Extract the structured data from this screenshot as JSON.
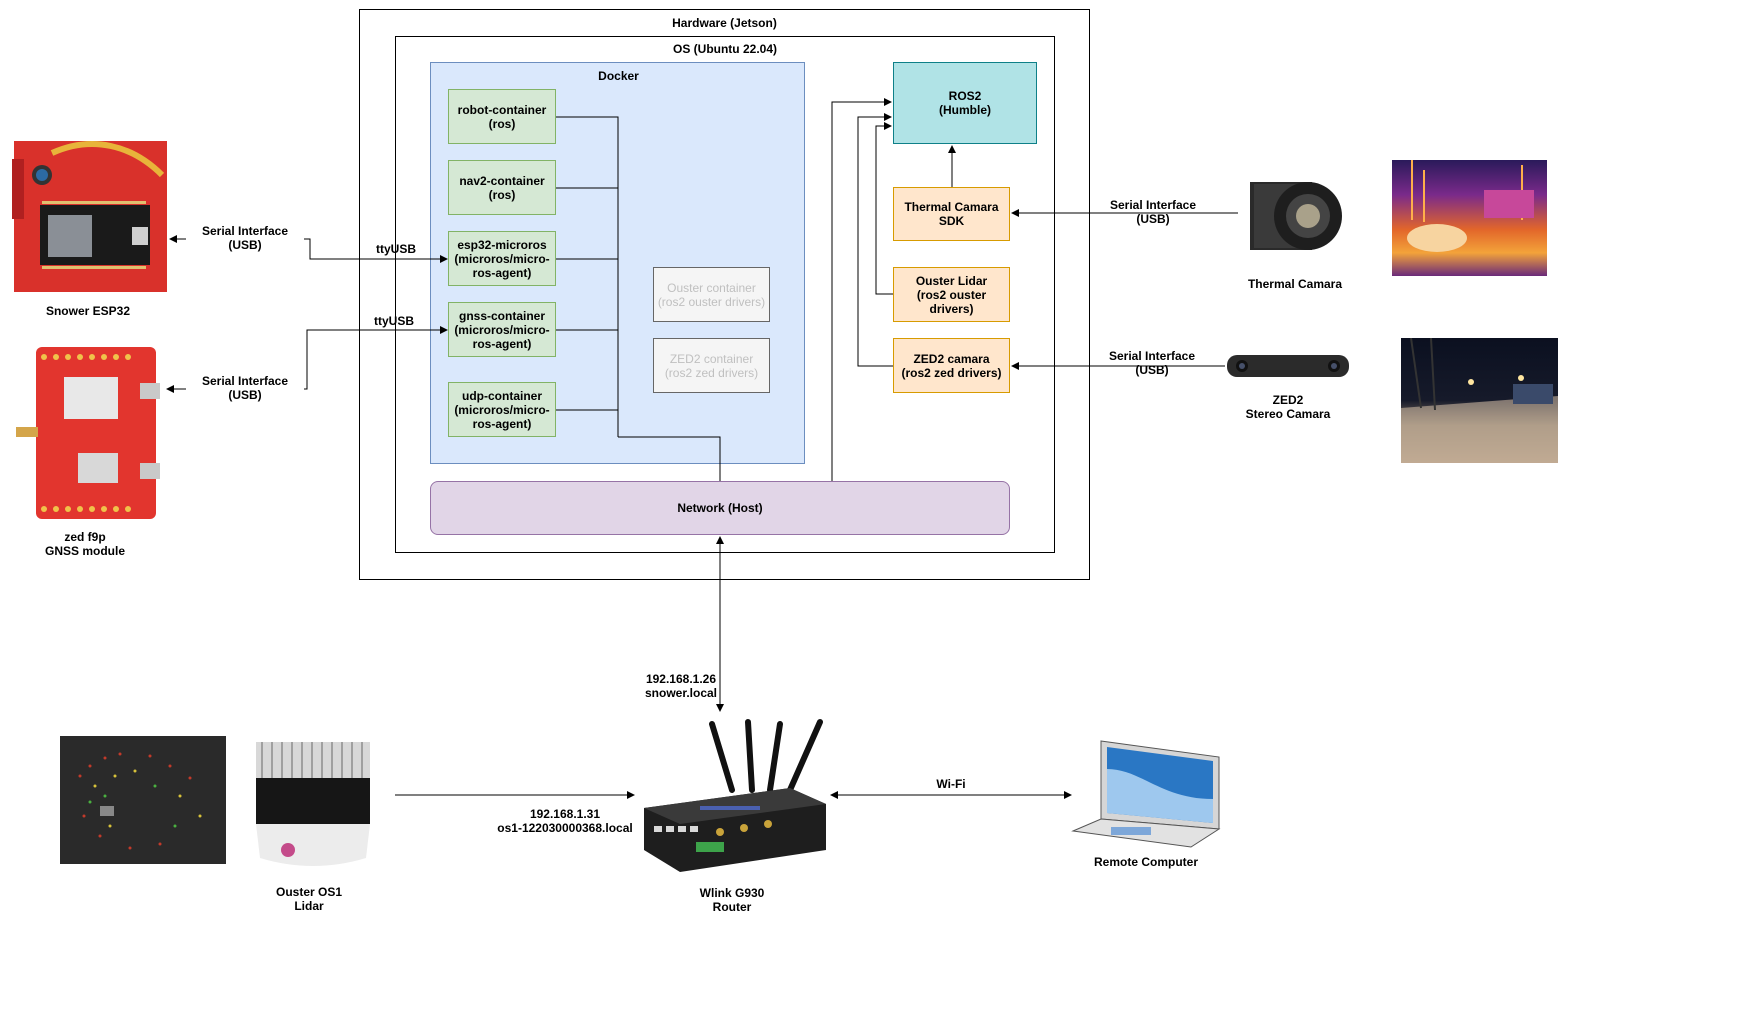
{
  "hardware": {
    "title": "Hardware (Jetson)"
  },
  "os": {
    "title": "OS (Ubuntu 22.04)"
  },
  "docker": {
    "title": "Docker",
    "containers": [
      {
        "label": "robot-container\n(ros)"
      },
      {
        "label": "nav2-container\n(ros)"
      },
      {
        "label": "esp32-microros\n(microros/micro-\nros-agent)"
      },
      {
        "label": "gnss-container\n(microros/micro-\nros-agent)"
      },
      {
        "label": "udp-container\n(microros/micro-\nros-agent)"
      }
    ],
    "inactive": [
      {
        "label": "Ouster container\n(ros2 ouster drivers)"
      },
      {
        "label": "ZED2 container\n(ros2 zed drivers)"
      }
    ]
  },
  "ros2": {
    "label": "ROS2\n(Humble)"
  },
  "drivers": [
    {
      "label": "Thermal Camara SDK"
    },
    {
      "label": "Ouster Lidar\n(ros2 ouster drivers)"
    },
    {
      "label": "ZED2 camara\n(ros2 zed drivers)"
    }
  ],
  "network": {
    "label": "Network (Host)"
  },
  "links": {
    "tty1": "ttyUSB",
    "tty2": "ttyUSB",
    "serial_esp": "Serial Interface (USB)",
    "serial_gnss": "Serial Interface (USB)",
    "serial_thermal": "Serial Interface (USB)",
    "serial_zed": "Serial Interface (USB)",
    "router_ip": "192.168.1.26\nsnower.local",
    "lidar_ip": "192.168.1.31\nos1-122030000368.local",
    "wifi": "Wi-Fi"
  },
  "devices": {
    "esp32": "Snower ESP32",
    "gnss": "zed f9p\nGNSS module",
    "thermal": "Thermal Camara",
    "zed": "ZED2\nStereo Camara",
    "lidar": "Ouster OS1\nLidar",
    "router": "Wlink G930\nRouter",
    "computer": "Remote Computer"
  },
  "colors": {
    "docker_fill": "#dae8fc",
    "docker_stroke": "#6c8ebf",
    "ros_fill": "#b0e3e6",
    "ros_stroke": "#0e8088",
    "network_fill": "#e1d5e7",
    "network_stroke": "#9673a6",
    "board_red": "#d9312b"
  }
}
